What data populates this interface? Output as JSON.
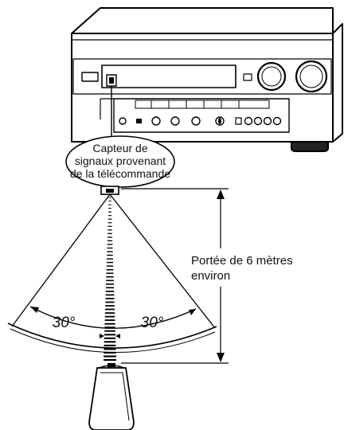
{
  "sensor_callout": {
    "line1": "Capteur de",
    "line2": "signaux provenant",
    "line3": "de la télécommande"
  },
  "range_label": {
    "line1": "Portée de 6 mètres",
    "line2": "environ"
  },
  "angles": {
    "left": "30°",
    "right": "30°"
  }
}
